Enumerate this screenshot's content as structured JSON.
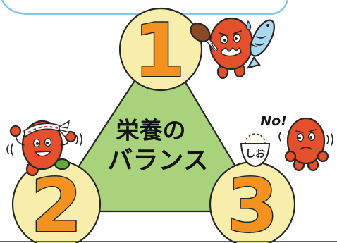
{
  "diagram": {
    "center_label": {
      "line1": "栄養の",
      "line2": "バランス"
    },
    "nodes": [
      {
        "number": "1"
      },
      {
        "number": "2"
      },
      {
        "number": "3"
      }
    ],
    "speech": "No!",
    "bowl_label": "しお"
  },
  "icons": [
    "bean-mascot-eating-icon",
    "drumstick-icon",
    "fish-icon",
    "bean-mascot-flexing-icon",
    "bean-mascot-refusing-icon",
    "salt-bowl-icon"
  ],
  "colors": {
    "triangle": "#a8d27c",
    "circle": "#f6eeaa",
    "number": "#f3921f",
    "mascot": "#e4502c",
    "border": "#86c6e2",
    "fish": "#a9d9ee",
    "drumstick": "#8b4a26",
    "headband": "#d8342a",
    "shoe": "#5cae3c"
  }
}
